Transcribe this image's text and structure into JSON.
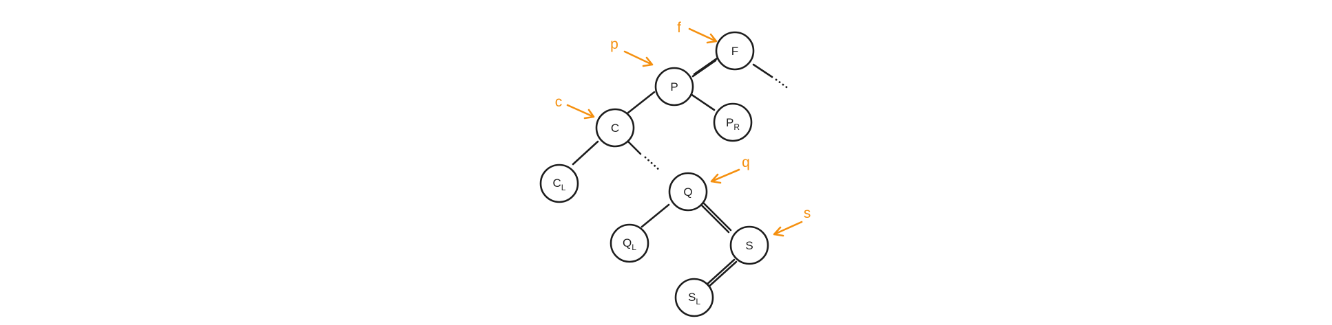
{
  "colors": {
    "pointer": "#f5900f",
    "ink": "#1e1e1e"
  },
  "nodes": {
    "F": {
      "label": "F",
      "sub": ""
    },
    "P": {
      "label": "P",
      "sub": ""
    },
    "PR": {
      "label": "P",
      "sub": "R"
    },
    "C": {
      "label": "C",
      "sub": ""
    },
    "CL": {
      "label": "C",
      "sub": "L"
    },
    "Q": {
      "label": "Q",
      "sub": ""
    },
    "QL": {
      "label": "Q",
      "sub": "L"
    },
    "S": {
      "label": "S",
      "sub": ""
    },
    "SL": {
      "label": "S",
      "sub": "L"
    }
  },
  "pointers": {
    "f": {
      "label": "f",
      "target": "F"
    },
    "p": {
      "label": "p",
      "target": "P"
    },
    "c": {
      "label": "c",
      "target": "C"
    },
    "q": {
      "label": "q",
      "target": "Q"
    },
    "s": {
      "label": "s",
      "target": "S"
    }
  },
  "edges": [
    {
      "from": "F",
      "to": "P",
      "style": "solid"
    },
    {
      "from": "P",
      "to": "C",
      "style": "solid"
    },
    {
      "from": "P",
      "to": "PR",
      "style": "solid"
    },
    {
      "from": "C",
      "to": "CL",
      "style": "solid"
    },
    {
      "from": "C",
      "to": "Q",
      "style": "dotted"
    },
    {
      "from": "Q",
      "to": "QL",
      "style": "solid"
    },
    {
      "from": "Q",
      "to": "S",
      "style": "solid"
    },
    {
      "from": "S",
      "to": "SL",
      "style": "solid"
    },
    {
      "from": "F",
      "to": "…",
      "style": "dotted-continuation"
    }
  ]
}
